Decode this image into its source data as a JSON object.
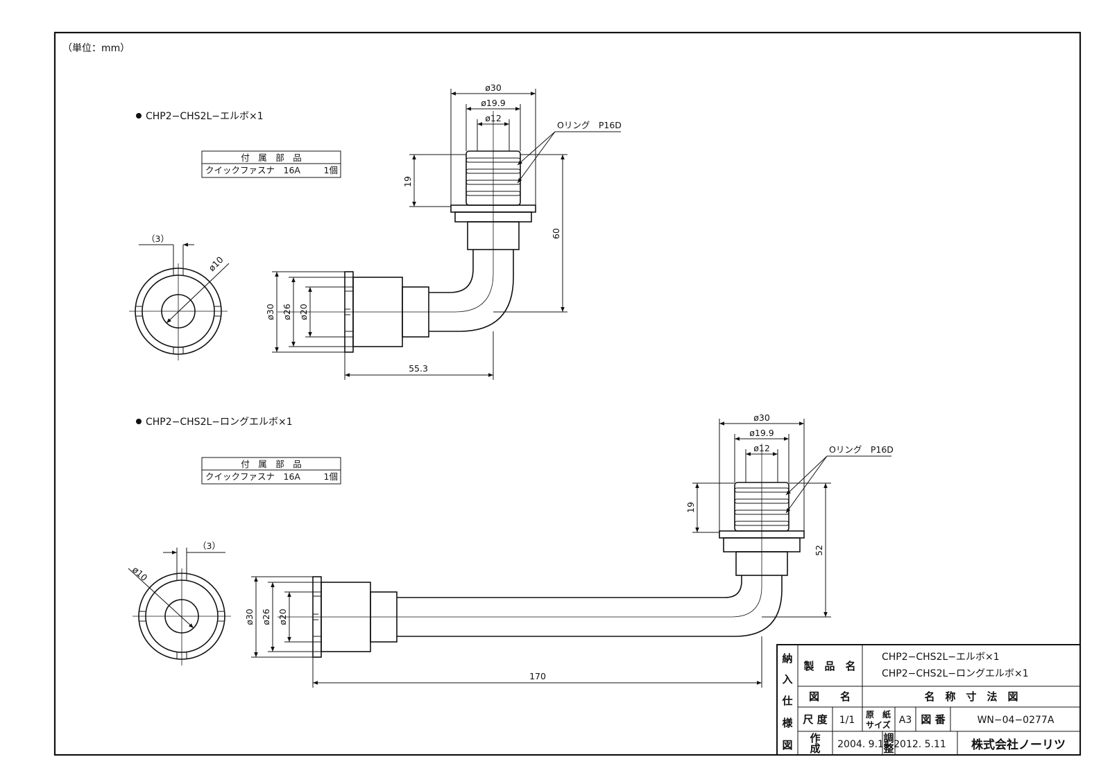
{
  "unit_note": "（単位：mm）",
  "parts": [
    {
      "title": "CHP2−CHS2L−エルボ×1",
      "accessory_table": {
        "header": "付　属　部　品",
        "item": "クイックファスナ　16A",
        "qty": "1個"
      },
      "dims": {
        "d30": "ø30",
        "d19_9": "ø19.9",
        "d12": "ø12",
        "oring": "Oリング　P16D",
        "h19": "19",
        "h_total": "60",
        "s3": "（3）",
        "s10": "ø10",
        "o30": "ø30",
        "o26": "ø26",
        "o20": "ø20",
        "length": "55.3"
      }
    },
    {
      "title": "CHP2−CHS2L−ロングエルボ×1",
      "accessory_table": {
        "header": "付　属　部　品",
        "item": "クイックファスナ　16A",
        "qty": "1個"
      },
      "dims": {
        "d30": "ø30",
        "d19_9": "ø19.9",
        "d12": "ø12",
        "oring": "Oリング　P16D",
        "h19": "19",
        "h_total": "52",
        "s3": "（3）",
        "s10": "ø10",
        "o30": "ø30",
        "o26": "ø26",
        "o20": "ø20",
        "length": "170"
      }
    }
  ],
  "title_block": {
    "side_label": [
      "納",
      "入",
      "仕",
      "様",
      "図"
    ],
    "product_name_label": "製　品　名",
    "product_name_1": "CHP2−CHS2L−エルボ×1",
    "product_name_2": "CHP2−CHS2L−ロングエルボ×1",
    "drawing_name_label": "図　　名",
    "drawing_name": "名　称　寸　法　図",
    "scale_label": "尺 度",
    "scale": "1/1",
    "paper_label_1": "原　紙",
    "paper_label_2": "サイズ",
    "paper": "A3",
    "drawing_no_label": "図 番",
    "drawing_no": "WN−04−0277A",
    "created_label_1": "作",
    "created_label_2": "成",
    "created": "2004. 9.14",
    "revised_label_1": "調",
    "revised_label_2": "整",
    "revised": "2012. 5.11",
    "company": "株式会社ノーリツ"
  }
}
